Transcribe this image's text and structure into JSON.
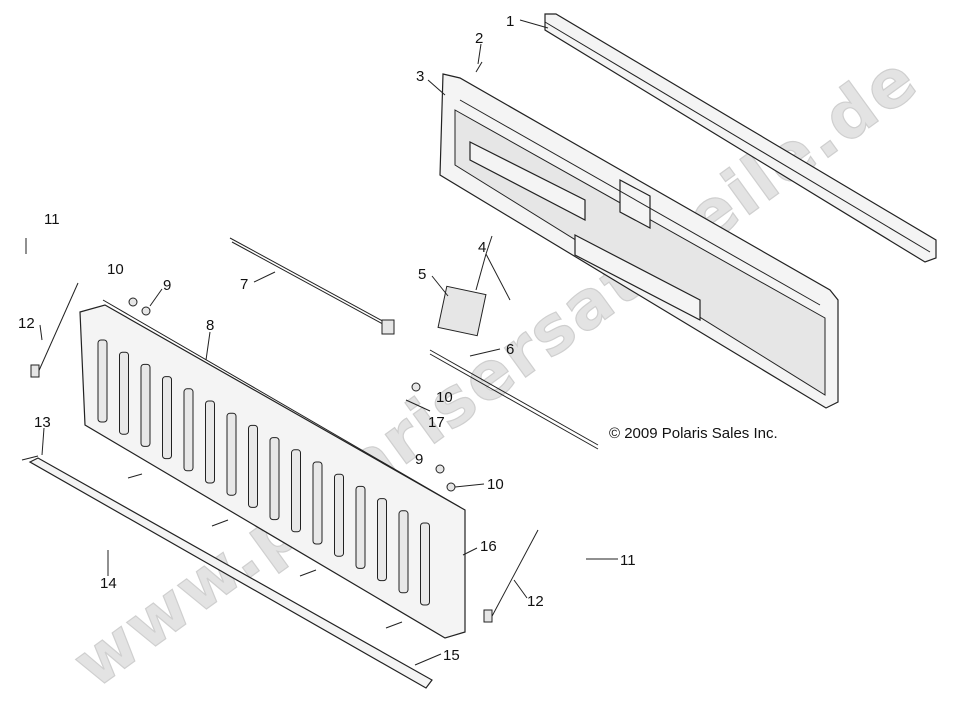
{
  "watermark": "www.polarisersatzteile.de",
  "copyright": "© 2009 Polaris Sales Inc.",
  "callouts": {
    "c1": "1",
    "c2": "2",
    "c3": "3",
    "c4": "4",
    "c5": "5",
    "c6": "6",
    "c7": "7",
    "c8": "8",
    "c9a": "9",
    "c9b": "9",
    "c10a": "10",
    "c10b": "10",
    "c10c": "10",
    "c11a": "11",
    "c11b": "11",
    "c12a": "12",
    "c12b": "12",
    "c13": "13",
    "c14": "14",
    "c15": "15",
    "c16": "16",
    "c17": "17"
  }
}
